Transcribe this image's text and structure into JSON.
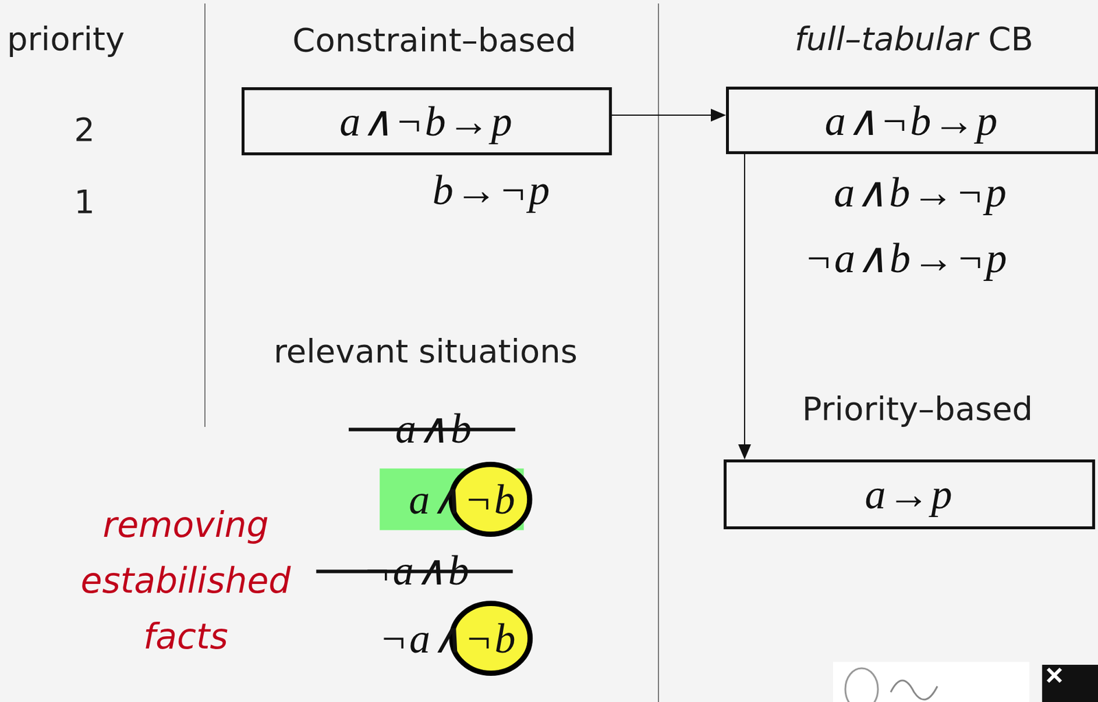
{
  "diagram": {
    "nodes": [
      {
        "text": [
          "a∧¬b→p"
        ]
      },
      {
        "text": [
          "a∧¬b→p"
        ]
      },
      {
        "text": [
          "a→p"
        ]
      }
    ],
    "edges": [
      {
        "from": 0,
        "to": 1,
        "arrow": "to"
      },
      {
        "from": 1,
        "to": 2,
        "arrow": "to"
      }
    ],
    "labels": [
      "priority",
      "2",
      "1",
      "Constraint–based",
      "b→¬p",
      "full–tabular",
      "CB",
      "a∧b→¬p",
      "¬a∧b→¬p",
      "relevant situations",
      "Priority–based",
      "a∧b",
      "a∧¬b",
      "¬a∧b",
      "¬a∧¬b",
      "removing estabilished facts"
    ]
  }
}
